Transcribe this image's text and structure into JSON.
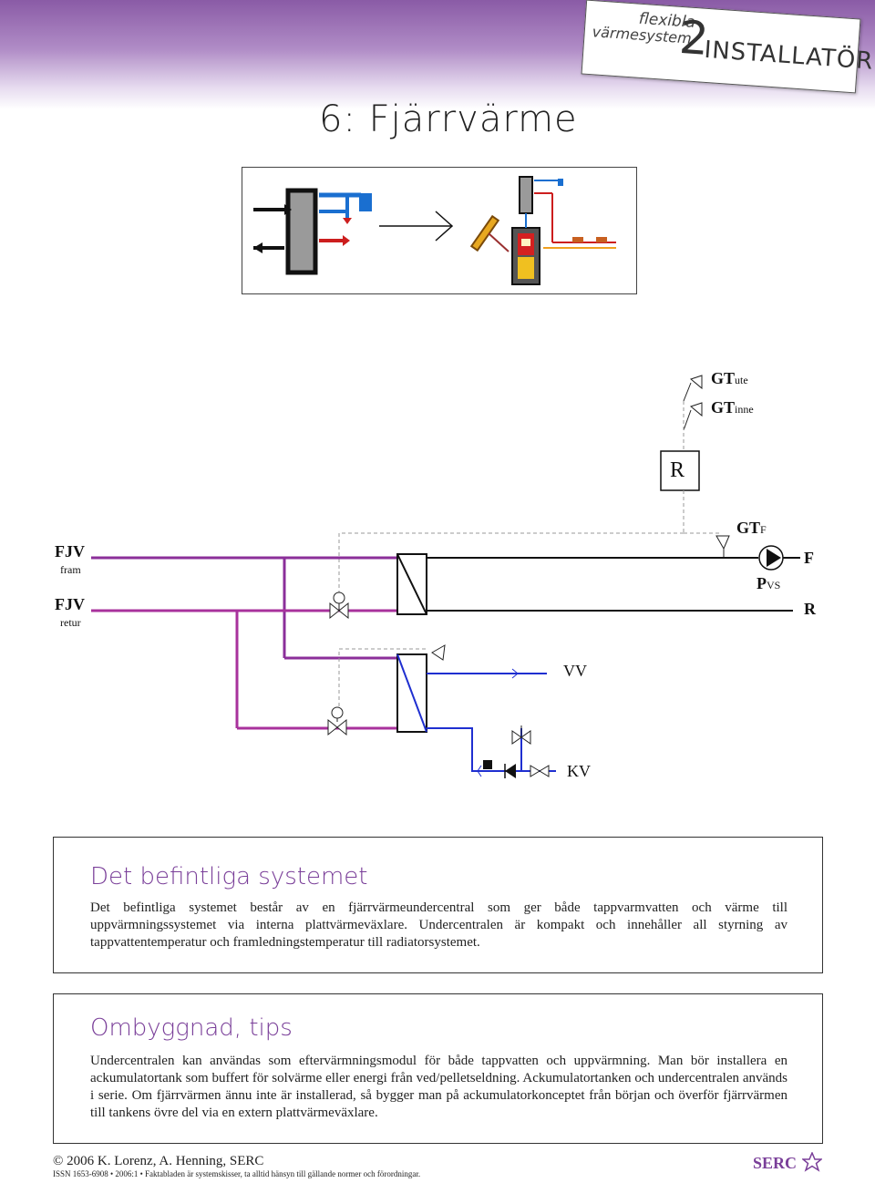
{
  "header": {
    "logo_line1": "flexibla",
    "logo_line2": "värmesystem",
    "logo_number": "2",
    "logo_line3": "INSTALLATÖR",
    "title": "6: Fjärrvärme"
  },
  "colors": {
    "header_purple": "#8a5ba6",
    "pipe_purple": "#8b2f9a",
    "pipe_magenta": "#a8329c",
    "pipe_blue": "#1f2fd0",
    "heading_purple": "#7a3f99"
  },
  "diagram": {
    "gt_ute": "GT",
    "gt_ute_sub": "ute",
    "gt_inne": "GT",
    "gt_inne_sub": "inne",
    "regulator": "R",
    "gt_f": "GT",
    "gt_f_sub": "F",
    "p_vs": "P",
    "p_vs_sub": "VS",
    "f_label": "F",
    "r_label": "R",
    "fjv_fram": "FJV",
    "fjv_fram_sub": "fram",
    "fjv_retur": "FJV",
    "fjv_retur_sub": "retur",
    "vv": "VV",
    "kv": "KV"
  },
  "section1": {
    "heading": "Det befintliga systemet",
    "text": "Det befintliga systemet består av en fjärrvärmeundercentral som ger både tappvarmvatten och värme till uppvärmningssystemet via interna plattvärmeväxlare. Undercentralen är kompakt och innehåller all styrning av tappvattentemperatur och framledningstemperatur till radiatorsystemet."
  },
  "section2": {
    "heading": "Ombyggnad, tips",
    "text": "Undercentralen kan användas som eftervärmningsmodul för både tappvatten och uppvärmning. Man bör installera en ackumulatortank som buffert för solvärme eller energi från ved/pelletseldning. Ackumulatortanken och undercentralen används i serie. Om fjärrvärmen ännu inte är installerad, så bygger man på ackumulatorkonceptet från början och överför fjärrvärmen till tankens övre del via en extern plattvärmeväxlare."
  },
  "footer": {
    "copyright": "© 2006 K. Lorenz, A. Henning, SERC",
    "issn": "ISSN 1653-6908 • 2006:1 • Faktabladen är systemskisser, ta alltid hänsyn till gällande normer och förordningar.",
    "serc_logo": "SERC"
  }
}
